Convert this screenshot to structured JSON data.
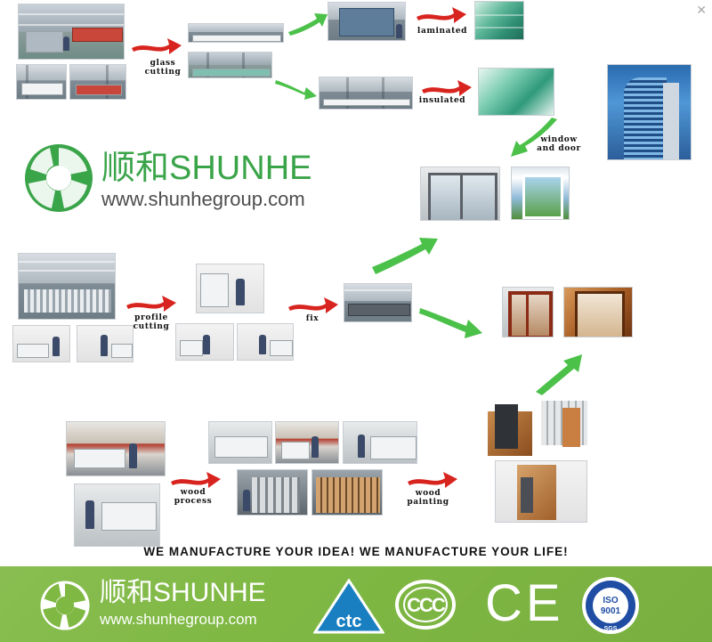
{
  "close_icon": "close-icon",
  "steps": {
    "glass_cutting": [
      "glass",
      "cutting"
    ],
    "laminated": "laminated",
    "insulated": "insulated",
    "window_and_door": [
      "window",
      "and door"
    ],
    "profile_cutting": [
      "profile",
      "cutting"
    ],
    "fix": "fix",
    "wood_process": [
      "wood",
      "process"
    ],
    "wood_painting": [
      "wood",
      "painting"
    ]
  },
  "brand": {
    "name_cn": "顺和",
    "name_en": "SHUNHE",
    "url": "www.shunhegroup.com",
    "colors": {
      "green": "#3aa449",
      "grey": "#4d4d4d"
    }
  },
  "slogan": "WE MANUFACTURE YOUR IDEA! WE MANUFACTURE YOUR LIFE!",
  "footer": {
    "name_cn": "顺和",
    "name_en": "SHUNHE",
    "url": "www.shunhegroup.com",
    "background": "#7fb843",
    "certifications": {
      "ctc": "ctc",
      "ccc": "CCC",
      "ce": "CE",
      "iso": [
        "ISO",
        "9001"
      ],
      "sgs": "SGS"
    }
  },
  "arrow_colors": {
    "red": "#d8241f",
    "green": "#4cc14a"
  }
}
